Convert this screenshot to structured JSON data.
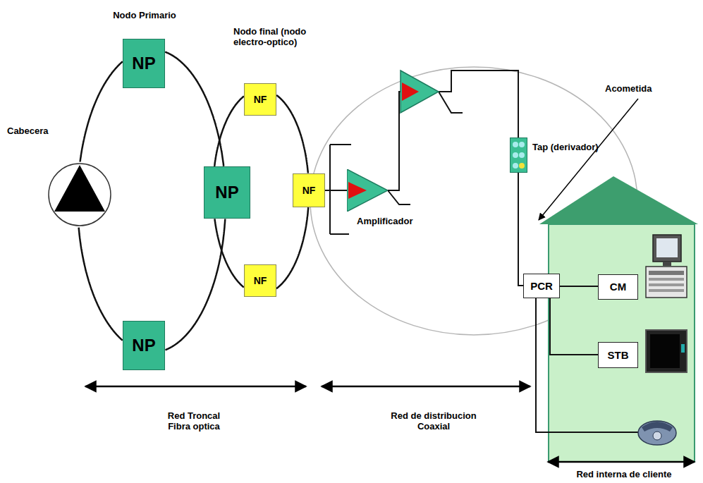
{
  "diagram": {
    "nodes": [
      {
        "text": [
          "Cabecera"
        ]
      },
      {
        "text": [
          "NP",
          "Nodo Primario"
        ]
      },
      {
        "text": [
          "NP"
        ]
      },
      {
        "text": [
          "NP"
        ]
      },
      {
        "text": [
          "NF",
          "Nodo final (nodo electro-optico)"
        ]
      },
      {
        "text": [
          "NF"
        ]
      },
      {
        "text": [
          "NF"
        ]
      },
      {
        "text": [
          "Amplificador"
        ]
      },
      {
        "text": [
          "Tap (derivador)"
        ]
      },
      {
        "text": [
          "PCR"
        ]
      },
      {
        "text": [
          "CM"
        ]
      },
      {
        "text": [
          "STB"
        ]
      }
    ],
    "edges": [
      {
        "from": 0,
        "to": 1,
        "arrow": "none"
      },
      {
        "from": 1,
        "to": 2,
        "arrow": "none"
      },
      {
        "from": 2,
        "to": 3,
        "arrow": "none"
      },
      {
        "from": 3,
        "to": 0,
        "arrow": "none"
      },
      {
        "from": 2,
        "to": 4,
        "arrow": "none"
      },
      {
        "from": 4,
        "to": 5,
        "arrow": "none"
      },
      {
        "from": 5,
        "to": 6,
        "arrow": "none"
      },
      {
        "from": 6,
        "to": 2,
        "arrow": "none"
      },
      {
        "from": 5,
        "to": 7,
        "arrow": "none"
      },
      {
        "from": 7,
        "to": 8,
        "arrow": "none"
      },
      {
        "from": 8,
        "to": 9,
        "arrow": "none"
      },
      {
        "from": 9,
        "to": 10,
        "arrow": "none"
      },
      {
        "from": 9,
        "to": 11,
        "arrow": "none"
      }
    ],
    "labels": [
      "Acometida",
      "Red Troncal Fibra optica",
      "Red de distribucion Coaxial",
      "Red interna de cliente"
    ]
  }
}
